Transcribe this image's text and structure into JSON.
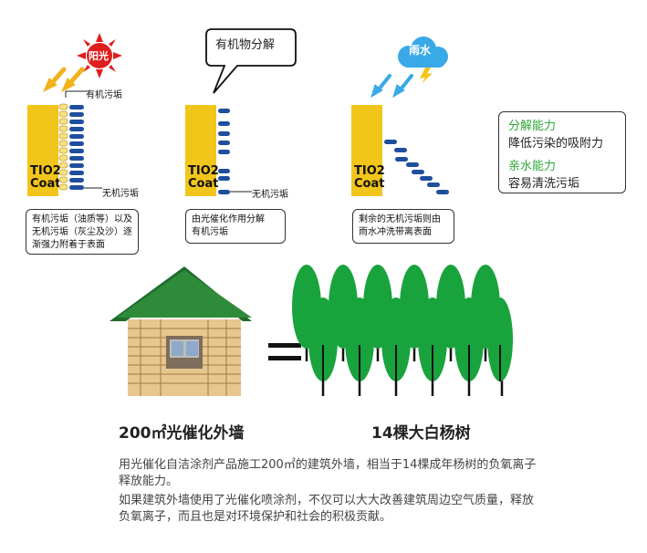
{
  "panel1": {
    "sun_label": "阳光",
    "label_top": "有机污垢",
    "label_bottom": "无机污垢",
    "coat_line1": "TIO2",
    "coat_line2": "Coat",
    "caption": [
      "有机污垢（油质等）以及",
      "无机污垢（灰尘及沙）逐",
      "渐强力附着于表面"
    ]
  },
  "panel2": {
    "bubble": "有机物分解",
    "label_bottom": "无机污垢",
    "coat_line1": "TIO2",
    "coat_line2": "Coat",
    "caption": [
      "由光催化作用分解",
      "有机污垢"
    ]
  },
  "panel3": {
    "cloud_label": "雨水",
    "coat_line1": "TIO2",
    "coat_line2": "Coat",
    "caption": [
      "剩余的无机污垢则由",
      "雨水冲洗带离表面"
    ]
  },
  "info": {
    "title1": "分解能力",
    "text1": "降低污染的吸附力",
    "title2": "亲水能力",
    "text2": "容易清洗污垢",
    "accent": "#2ea636"
  },
  "comparison": {
    "house_label": "200㎡光催化外墙",
    "trees_label": "14棵大白杨树",
    "equals": "="
  },
  "description": {
    "para1": "用光催化自洁涂剂产品施工200㎡的建筑外墙，相当于14棵成年杨树的负氧离子释放能力。",
    "para2": "如果建筑外墙使用了光催化喷涂剂，不仅可以大大改善建筑周边空气质量，释放负氧离子，而且也是对环境保护和社会的积极贡献。"
  }
}
